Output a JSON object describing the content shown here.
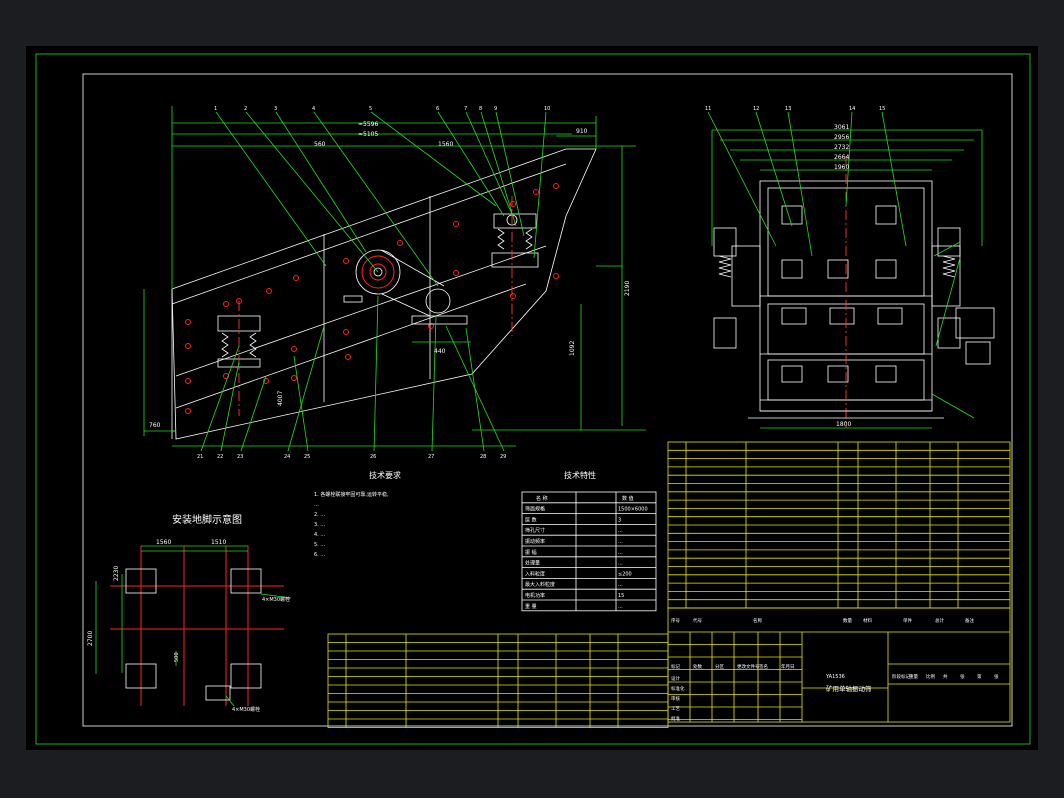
{
  "sections": {
    "tech_req_title": "技术要求",
    "tech_char_title": "技术特性",
    "install_title": "安装地脚示意图"
  },
  "tech_req_lines": [
    "1. 各螺栓联接牢固可靠,运转平稳,",
    "   ...",
    "2. ...",
    "3. ...",
    "4. ...",
    "5. ...",
    "6. ..."
  ],
  "main_view": {
    "dims": {
      "d1": "≈5596",
      "d2": "≈5105",
      "d3": "560",
      "d4": "1560",
      "d5": "910",
      "d6": "1092",
      "d7": "440",
      "d8": "2190",
      "d9": "760",
      "d10": "4007"
    },
    "balloons_top": [
      "1",
      "2",
      "3",
      "4",
      "5",
      "6",
      "7",
      "8",
      "9",
      "10"
    ],
    "balloons_bottom": [
      "21",
      "22",
      "23",
      "24",
      "25",
      "26",
      "27",
      "28",
      "29"
    ]
  },
  "side_view": {
    "dims": [
      "3061",
      "2956",
      "2732",
      "2664",
      "1960"
    ],
    "bottom_dim": "1800",
    "balloons_top": [
      "11",
      "12",
      "13",
      "14",
      "15"
    ]
  },
  "install": {
    "dim1": "1560",
    "dim2": "1510",
    "dim3": "2700",
    "dim4": "2230",
    "note1": "4×M30螺栓",
    "note2": "4×M30螺栓",
    "offset": "500"
  },
  "tech_char": {
    "header": [
      "名 称",
      "数 值"
    ],
    "rows": [
      [
        "筛面规格",
        "1500×6000"
      ],
      [
        "层 数",
        "3"
      ],
      [
        "筛孔尺寸",
        "..."
      ],
      [
        "振动频率",
        "..."
      ],
      [
        "振 幅",
        "..."
      ],
      [
        "处理量",
        "..."
      ],
      [
        "入料粒度",
        "≤200"
      ],
      [
        "最大入料粒度",
        "..."
      ],
      [
        "电机功率",
        "15"
      ],
      [
        "重 量",
        "..."
      ]
    ]
  },
  "drawing_title": "矿用单轴振动筛",
  "drawing_code": "YA1536",
  "titleblock_labels": [
    "标记",
    "处数",
    "分区",
    "更改文件号",
    "签名",
    "年月日",
    "设计",
    "标准化",
    "审核",
    "工艺",
    "批准",
    "阶段标记",
    "重量",
    "比例",
    "共",
    "张",
    "第",
    "张"
  ],
  "bom_header": [
    "序号",
    "代号",
    "名称",
    "数量",
    "材料",
    "单件",
    "总计",
    "备注"
  ]
}
